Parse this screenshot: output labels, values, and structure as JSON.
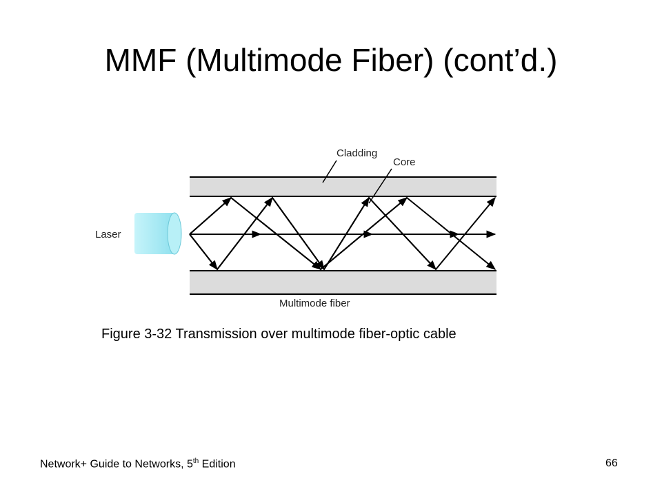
{
  "slide": {
    "title": "MMF (Multimode Fiber) (cont’d.)",
    "caption": "Figure 3-32 Transmission over multimode fiber-optic cable"
  },
  "diagram": {
    "labels": {
      "cladding": "Cladding",
      "core": "Core",
      "laser": "Laser",
      "fiber": "Multimode fiber"
    }
  },
  "footer": {
    "book_prefix": "Network+ Guide to Networks, 5",
    "book_sup": "th",
    "book_suffix": " Edition",
    "page_number": "66"
  },
  "colors": {
    "cladding_fill": "#dcdcdc",
    "laser_fill": "#a6ecf5",
    "line": "#000000"
  }
}
